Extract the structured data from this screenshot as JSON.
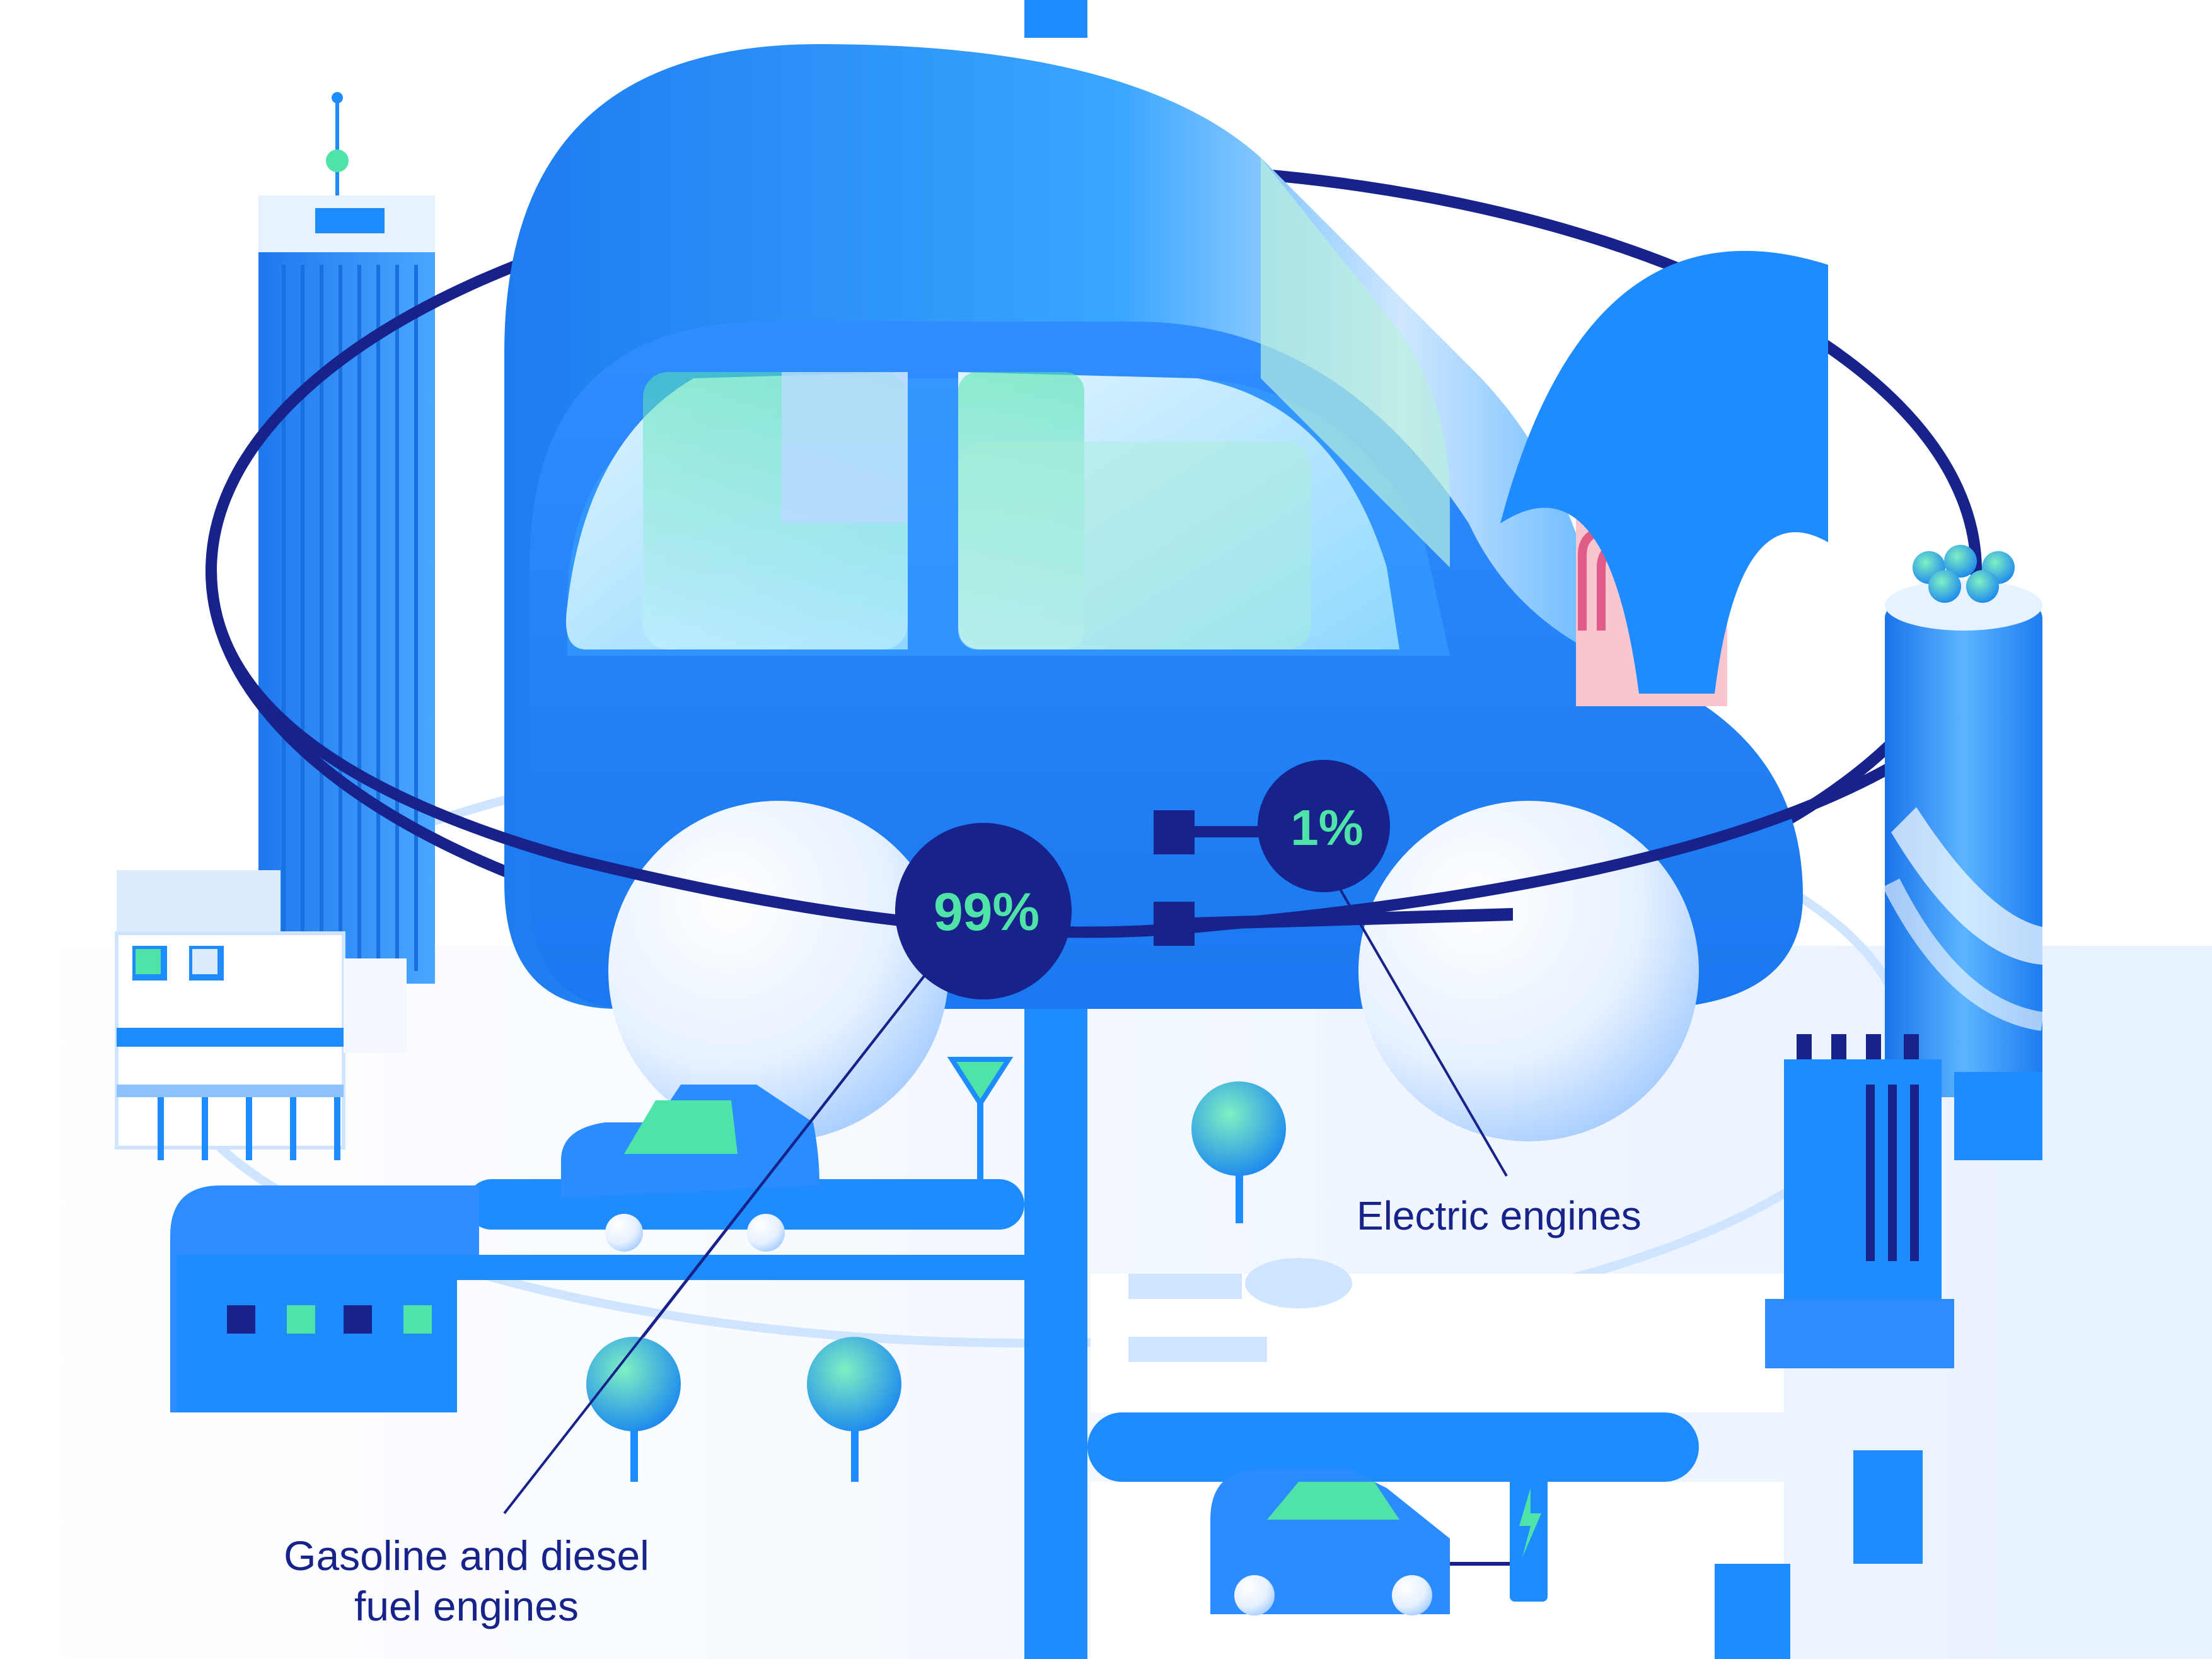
{
  "stats": {
    "fuel_engines": {
      "percent_label": "99%",
      "caption_line1": "Gasoline and diesel",
      "caption_line2": "fuel engines",
      "share": 99
    },
    "electric_engines": {
      "percent_label": "1%",
      "caption": "Electric engines",
      "share": 1
    }
  },
  "colors": {
    "primary_blue": "#1e8cff",
    "dark_navy": "#17238a",
    "accent_green": "#4fe3a8",
    "light_blue": "#cfe4ff",
    "pink": "#f7c6cf",
    "background": "#ffffff"
  },
  "icons": {
    "charging_station": "lightning-bolt",
    "road_sign": "triangle-sign"
  }
}
